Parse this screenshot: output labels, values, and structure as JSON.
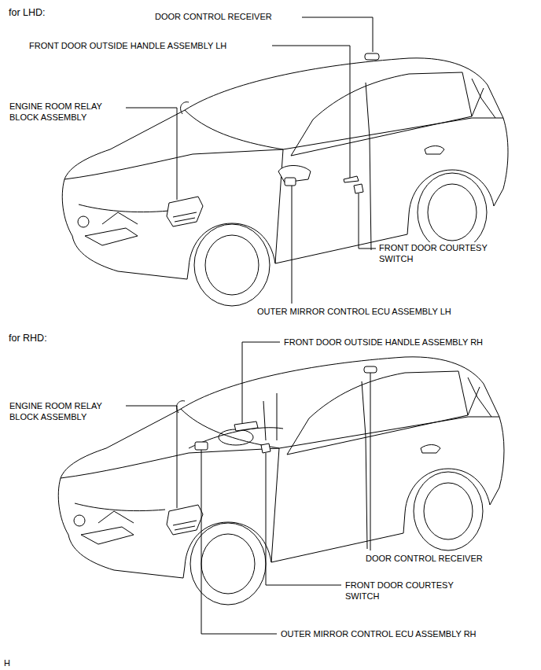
{
  "diagram": {
    "labels": [
      "for LHD:",
      "DOOR CONTROL RECEIVER",
      "FRONT DOOR OUTSIDE HANDLE ASSEMBLY LH",
      "ENGINE ROOM RELAY BLOCK ASSEMBLY",
      "FRONT DOOR COURTESY SWITCH",
      "OUTER MIRROR CONTROL ECU ASSEMBLY LH",
      "for RHD:",
      "FRONT DOOR OUTSIDE HANDLE ASSEMBLY RH",
      "ENGINE ROOM RELAY BLOCK ASSEMBLY",
      "DOOR CONTROL RECEIVER",
      "FRONT DOOR COURTESY SWITCH",
      "OUTER MIRROR CONTROL ECU ASSEMBLY RH",
      "H"
    ]
  }
}
